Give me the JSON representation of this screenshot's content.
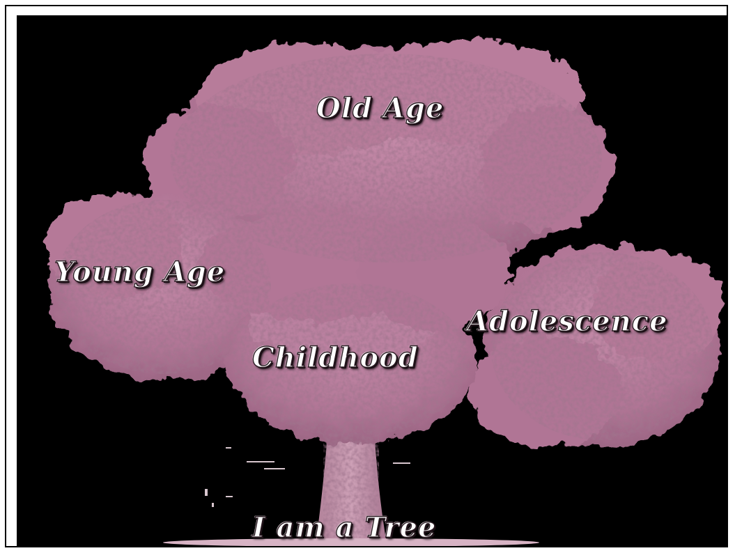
{
  "image": {
    "subject": "tree-photo",
    "background_color": "#000000",
    "foliage_color": "#b57a99",
    "trunk_color": "#c497ad"
  },
  "labels": {
    "old_age": "Old Age",
    "young_age": "Young Age",
    "adolescence": "Adolescence",
    "childhood": "Childhood",
    "caption": "I am a Tree"
  }
}
